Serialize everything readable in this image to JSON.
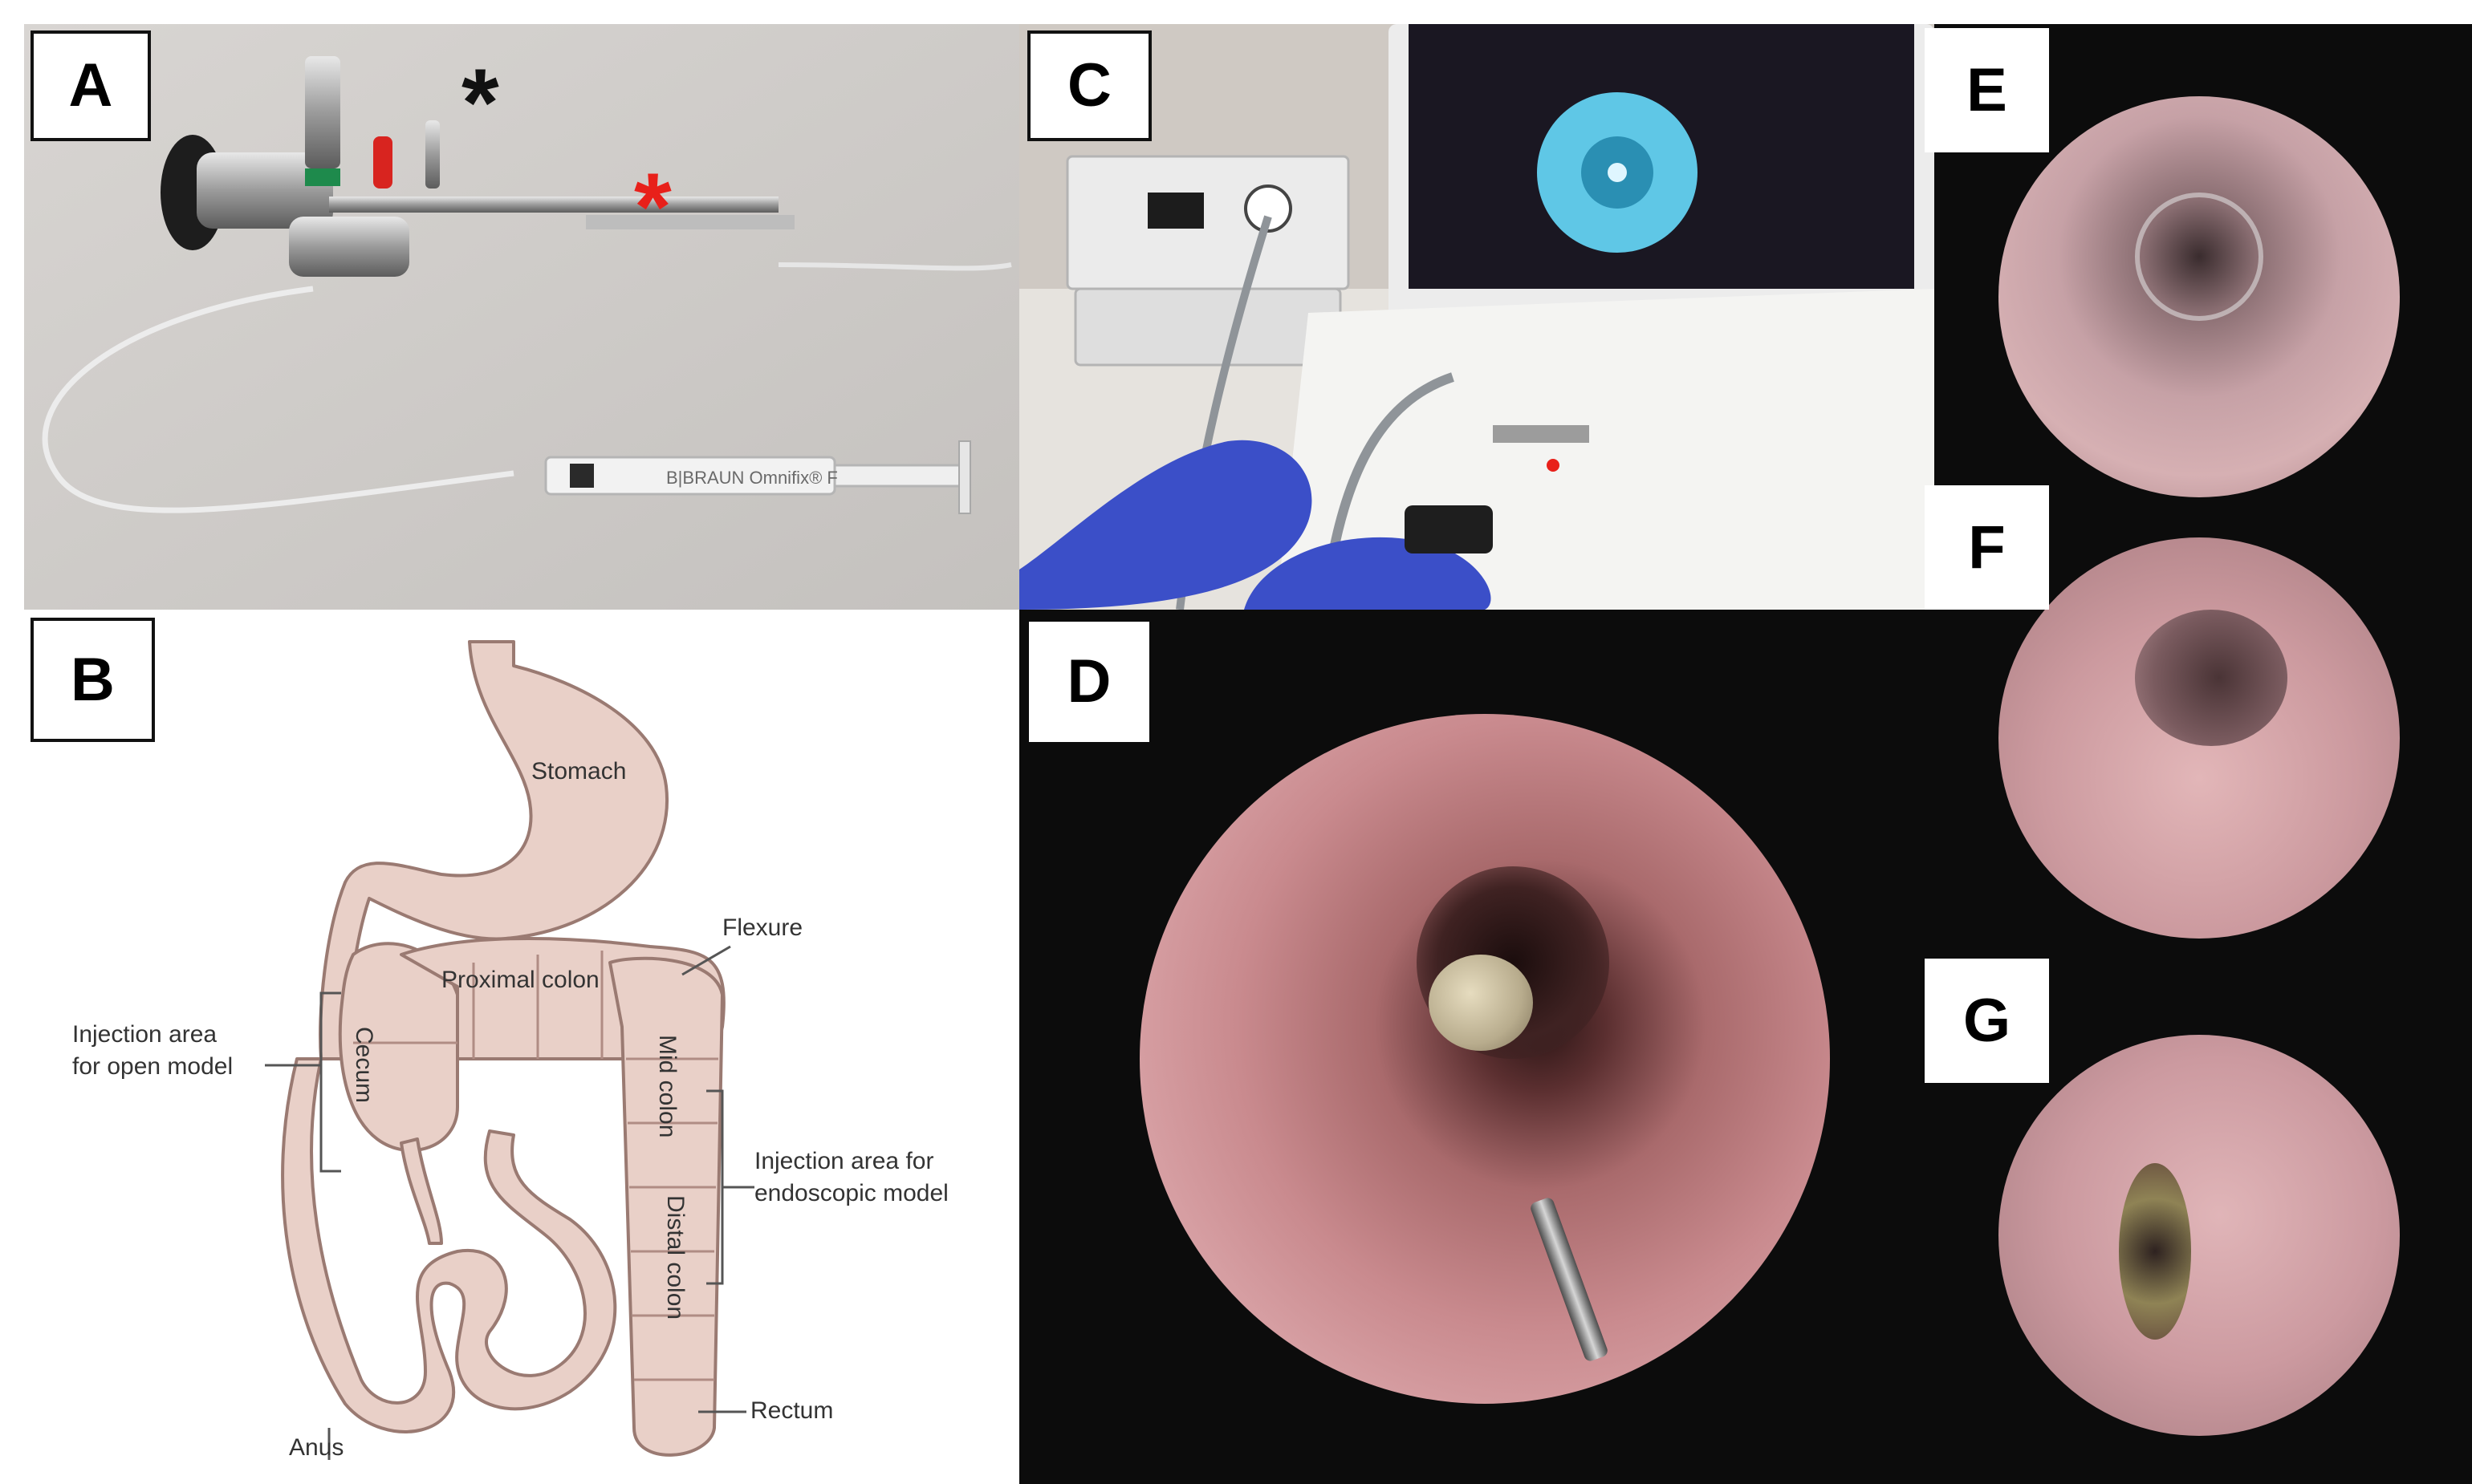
{
  "panels": {
    "a": {
      "label": "A"
    },
    "b": {
      "label": "B"
    },
    "c": {
      "label": "C"
    },
    "d": {
      "label": "D"
    },
    "e": {
      "label": "E"
    },
    "f": {
      "label": "F"
    },
    "g": {
      "label": "G"
    }
  },
  "equipment": {
    "black_marker": "*",
    "red_marker": "*",
    "syringe_brand": "B|BRAUN Omnifix® F"
  },
  "anatomy": {
    "stomach": "Stomach",
    "flexure": "Flexure",
    "proximal_colon": "Proximal colon",
    "cecum": "Cecum",
    "mid_colon": "Mid colon",
    "distal_colon": "Distal colon",
    "rectum": "Rectum",
    "anus": "Anus",
    "injection_open_line1": "Injection area",
    "injection_open_line2": "for open model",
    "injection_endo_line1": "Injection area for",
    "injection_endo_line2": "endoscopic model"
  },
  "colors": {
    "organ_fill": "#e9d0c8",
    "organ_stroke": "#9a7a72",
    "red_marker": "#e8201a",
    "glove_blue": "#3b4fc8",
    "mucosa_pink": "#c98a8e"
  }
}
